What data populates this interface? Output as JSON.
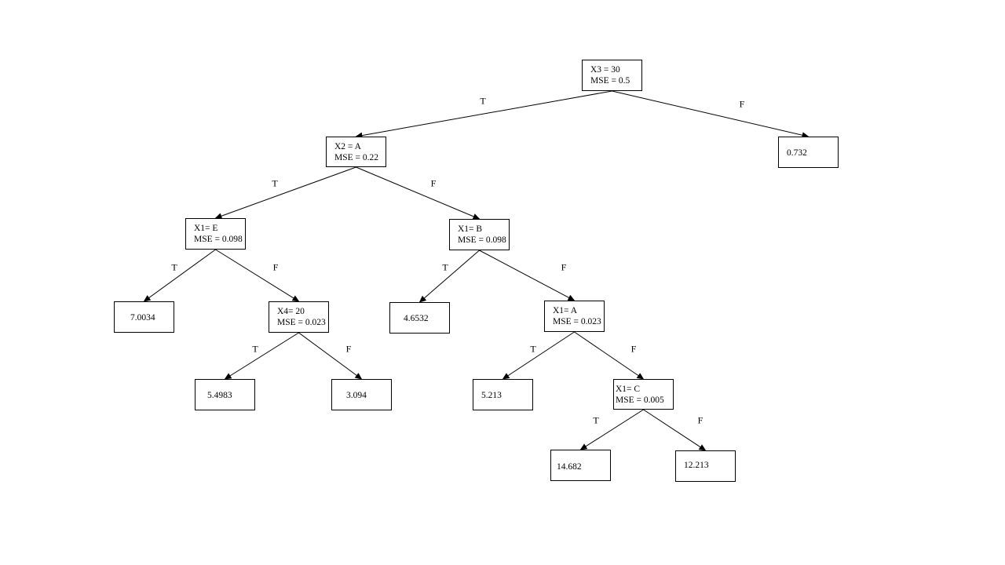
{
  "nodes": {
    "root": {
      "lines": [
        "X3 = 30",
        "MSE = 0.5"
      ]
    },
    "x2a": {
      "lines": [
        "X2 = A",
        "MSE = 0.22"
      ]
    },
    "leaf0732": {
      "lines": [
        "0.732"
      ]
    },
    "x1e": {
      "lines": [
        "X1= E",
        "MSE = 0.098"
      ]
    },
    "x1b": {
      "lines": [
        "X1= B",
        "MSE = 0.098"
      ]
    },
    "leaf70034": {
      "lines": [
        "7.0034"
      ]
    },
    "x420": {
      "lines": [
        "X4= 20",
        "MSE = 0.023"
      ]
    },
    "leaf46532": {
      "lines": [
        "4.6532"
      ]
    },
    "x1a": {
      "lines": [
        "X1= A",
        "MSE = 0.023"
      ]
    },
    "leaf54983": {
      "lines": [
        "5.4983"
      ]
    },
    "leaf3094": {
      "lines": [
        "3.094"
      ]
    },
    "leaf5213": {
      "lines": [
        "5.213"
      ]
    },
    "x1c": {
      "lines": [
        "X1= C",
        "MSE = 0.005"
      ]
    },
    "leaf14682": {
      "lines": [
        "14.682"
      ]
    },
    "leaf12213": {
      "lines": [
        "12.213"
      ]
    }
  },
  "edges": [
    {
      "from": "root",
      "to": "x2a",
      "label": "T"
    },
    {
      "from": "root",
      "to": "leaf0732",
      "label": "F"
    },
    {
      "from": "x2a",
      "to": "x1e",
      "label": "T"
    },
    {
      "from": "x2a",
      "to": "x1b",
      "label": "F"
    },
    {
      "from": "x1e",
      "to": "leaf70034",
      "label": "T"
    },
    {
      "from": "x1e",
      "to": "x420",
      "label": "F"
    },
    {
      "from": "x1b",
      "to": "leaf46532",
      "label": "T"
    },
    {
      "from": "x1b",
      "to": "x1a",
      "label": "F"
    },
    {
      "from": "x420",
      "to": "leaf54983",
      "label": "T"
    },
    {
      "from": "x420",
      "to": "leaf3094",
      "label": "F"
    },
    {
      "from": "x1a",
      "to": "leaf5213",
      "label": "T"
    },
    {
      "from": "x1a",
      "to": "x1c",
      "label": "F"
    },
    {
      "from": "x1c",
      "to": "leaf14682",
      "label": "T"
    },
    {
      "from": "x1c",
      "to": "leaf12213",
      "label": "F"
    }
  ]
}
